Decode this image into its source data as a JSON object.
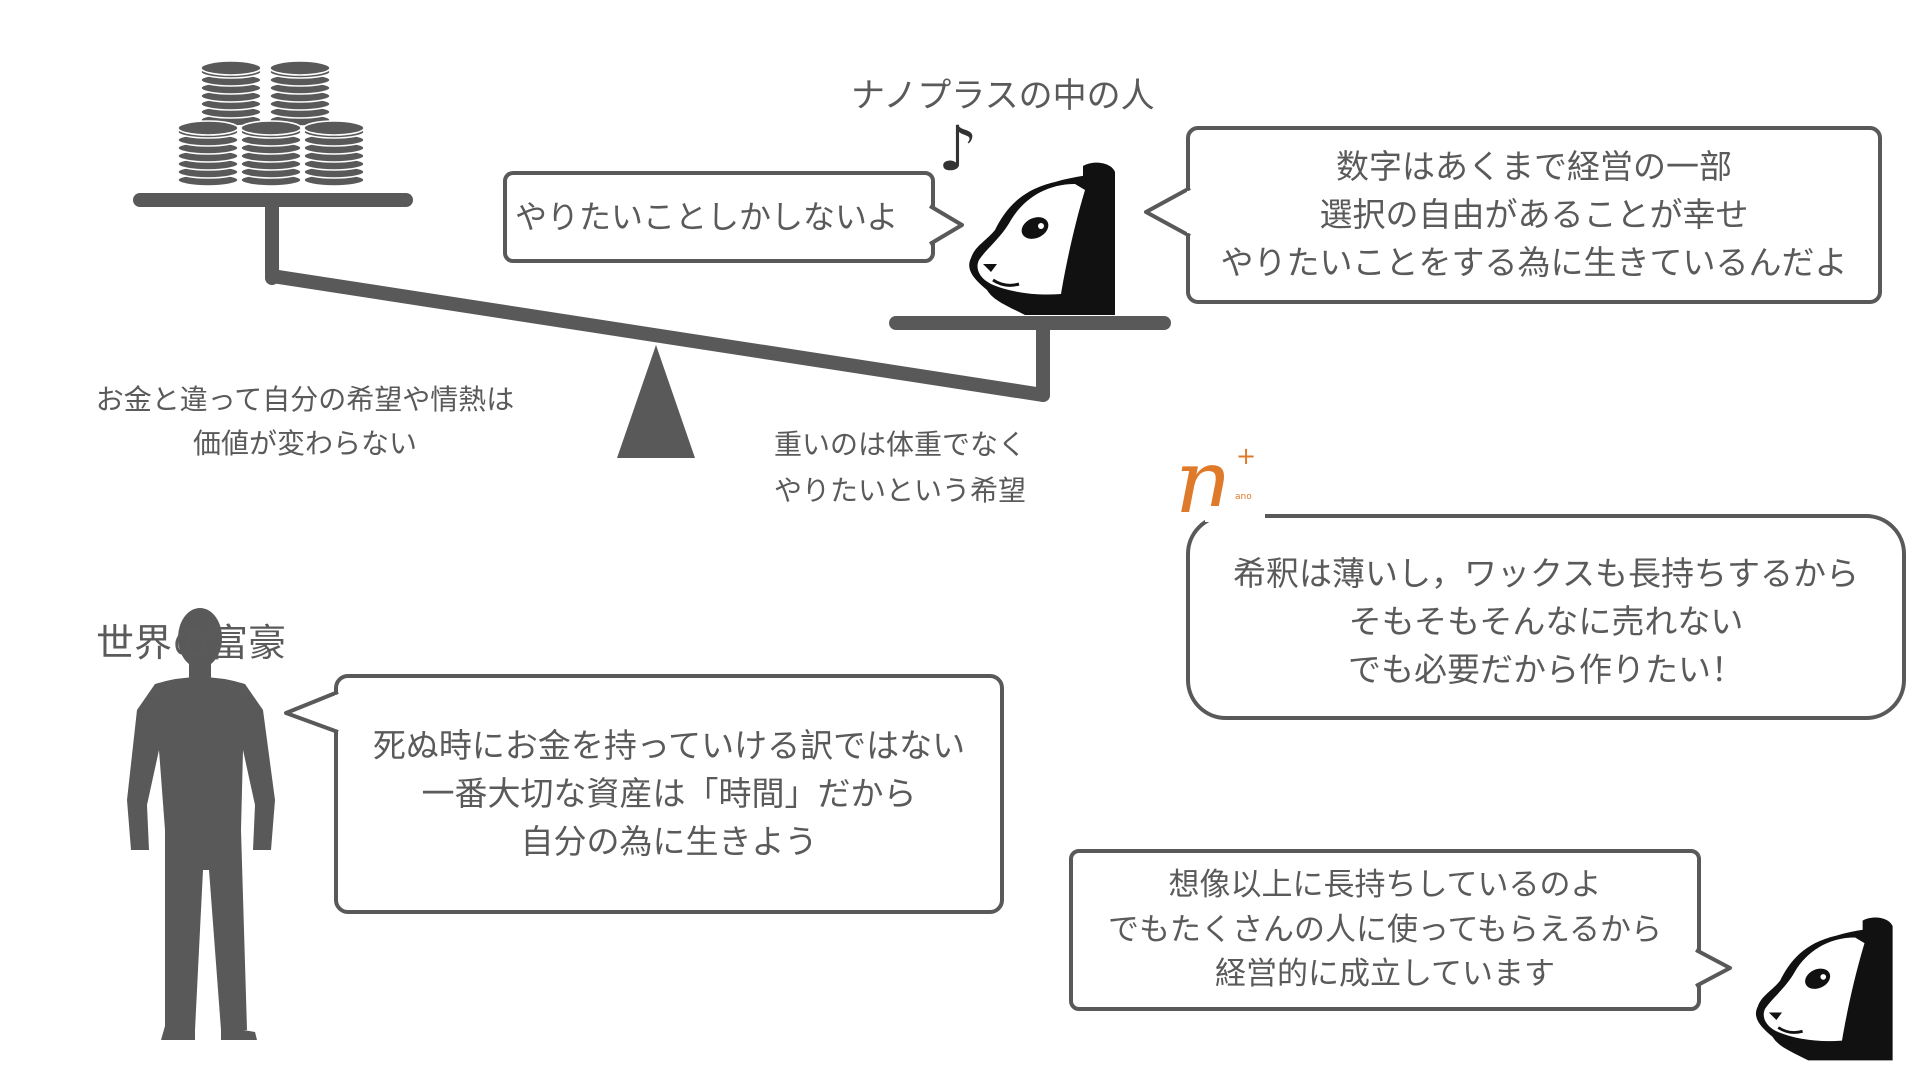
{
  "colors": {
    "dark": "#595959",
    "accent": "#e07a2b",
    "bg": "#ffffff"
  },
  "labels": {
    "nano_person": "ナノプラスの中の人",
    "music_note": "♪",
    "rich_title": "世界の富豪",
    "money_value": [
      "お金と違って自分の希望や情熱は",
      "価値が変わらない"
    ],
    "weight_note": [
      "重いのは体重でなく",
      "やりたいという希望"
    ]
  },
  "bubbles": {
    "want_only": [
      "やりたいことしかしないよ"
    ],
    "numbers_part": [
      "数字はあくまで経営の一部",
      "選択の自由があることが幸せ",
      "やりたいことをする為に生きているんだよ"
    ],
    "nano_wax": [
      "希釈は薄いし，ワックスも長持ちするから",
      "そもそもそんなに売れない",
      "でも必要だから作りたい！"
    ],
    "rich_time": [
      "死ぬ時にお金を持っていける訳ではない",
      "一番大切な資産は「時間」だから",
      "自分の為に生きよう"
    ],
    "long_lasting": [
      "想像以上に長持ちしているのよ",
      "でもたくさんの人に使ってもらえるから",
      "経営的に成立しています"
    ]
  },
  "logo": {
    "letter": "n",
    "plus": "+",
    "small": "ano"
  },
  "icons": [
    "coin-stack-icon",
    "panda-icon",
    "person-silhouette-icon",
    "music-note-icon",
    "nanoplus-logo"
  ]
}
